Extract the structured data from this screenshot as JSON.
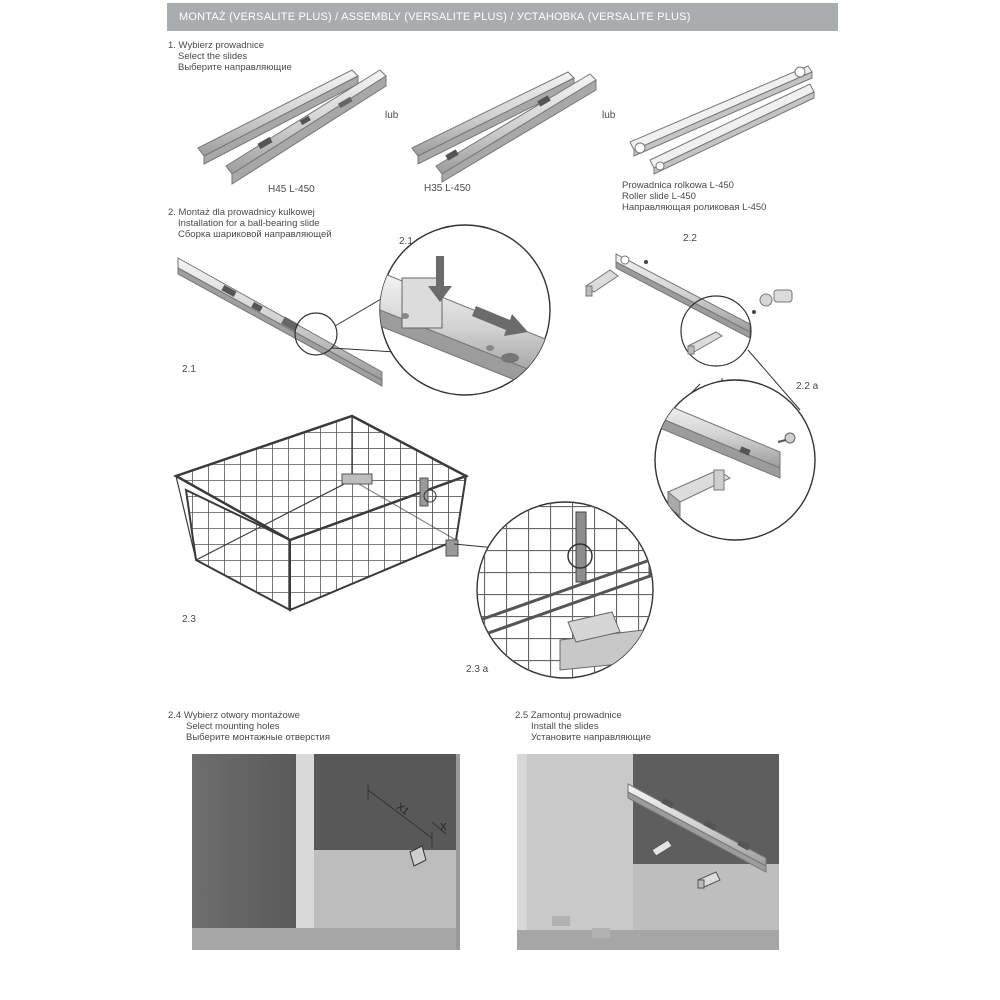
{
  "header": {
    "title": "MONTAŻ (VERSALITE PLUS) / ASSEMBLY (VERSALITE PLUS) / УСТАНОВКА (VERSALITE PLUS)"
  },
  "step1": {
    "lines": [
      "1. Wybierz prowadnice",
      "Select the slides",
      "Выберите направляющие"
    ],
    "or1": "lub",
    "or2": "lub",
    "slideA": "H45 L-450",
    "slideB": "H35 L-450",
    "slideC": [
      "Prowadnica rolkowa L-450",
      "Roller slide L-450",
      "Направляющая роликовая L-450"
    ]
  },
  "step2": {
    "lines": [
      "2. Montaż dla prowadnicy kulkowej",
      "Installation for a ball-bearing slide",
      "Сборка шариковой направляющей"
    ],
    "l21": "2.1",
    "l21a": "2.1 a",
    "l22": "2.2",
    "l22a": "2.2 a",
    "l23": "2.3",
    "l23a": "2.3 a"
  },
  "step24": {
    "lines": [
      "2.4 Wybierz otwory montażowe",
      "Select mounting holes",
      "Выберите монтажные отверстия"
    ],
    "dimX1": "X1",
    "dimX": "X"
  },
  "step25": {
    "lines": [
      "2.5 Zamontuj prowadnice",
      "Install the slides",
      "Установите направляющие"
    ]
  }
}
